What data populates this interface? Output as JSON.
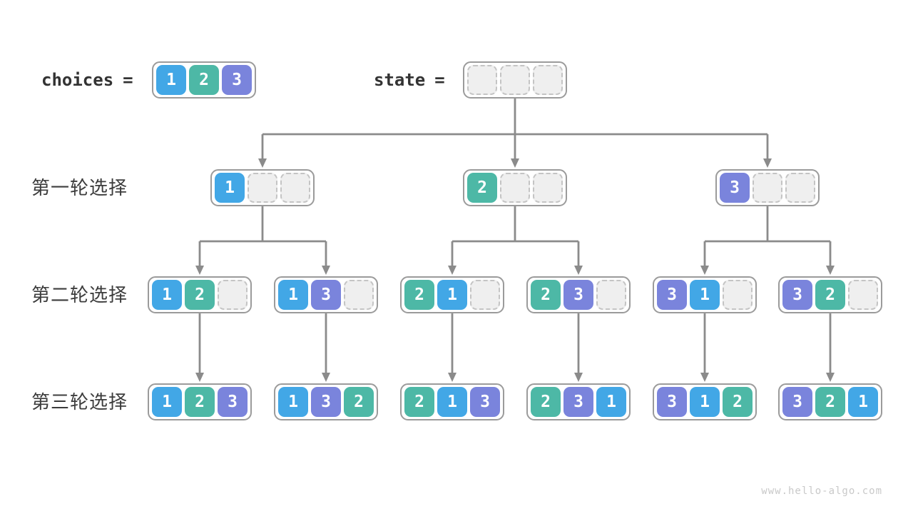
{
  "page": {
    "background": "#ffffff",
    "watermark": "www.hello-algo.com"
  },
  "palette": {
    "1": "#42A7E6",
    "2": "#4DB8A6",
    "3": "#7A84DC",
    "empty_fill": "#EFEFEF",
    "empty_border": "#C4C4C4",
    "box_border": "#9B9B9B",
    "connector": "#8B8B8B",
    "text": "#3C3C3C"
  },
  "header": {
    "choices_label": "choices",
    "equals": "=",
    "choices_cells": [
      "1",
      "2",
      "3"
    ],
    "state_label": "state",
    "state_cells": [
      "",
      "",
      ""
    ]
  },
  "rows": [
    {
      "label": "第一轮选择",
      "states": [
        [
          "1",
          "",
          ""
        ],
        [
          "2",
          "",
          ""
        ],
        [
          "3",
          "",
          ""
        ]
      ]
    },
    {
      "label": "第二轮选择",
      "states": [
        [
          "1",
          "2",
          ""
        ],
        [
          "1",
          "3",
          ""
        ],
        [
          "2",
          "1",
          ""
        ],
        [
          "2",
          "3",
          ""
        ],
        [
          "3",
          "1",
          ""
        ],
        [
          "3",
          "2",
          ""
        ]
      ]
    },
    {
      "label": "第三轮选择",
      "states": [
        [
          "1",
          "2",
          "3"
        ],
        [
          "1",
          "3",
          "2"
        ],
        [
          "2",
          "1",
          "3"
        ],
        [
          "2",
          "3",
          "1"
        ],
        [
          "3",
          "1",
          "2"
        ],
        [
          "3",
          "2",
          "1"
        ]
      ]
    }
  ]
}
